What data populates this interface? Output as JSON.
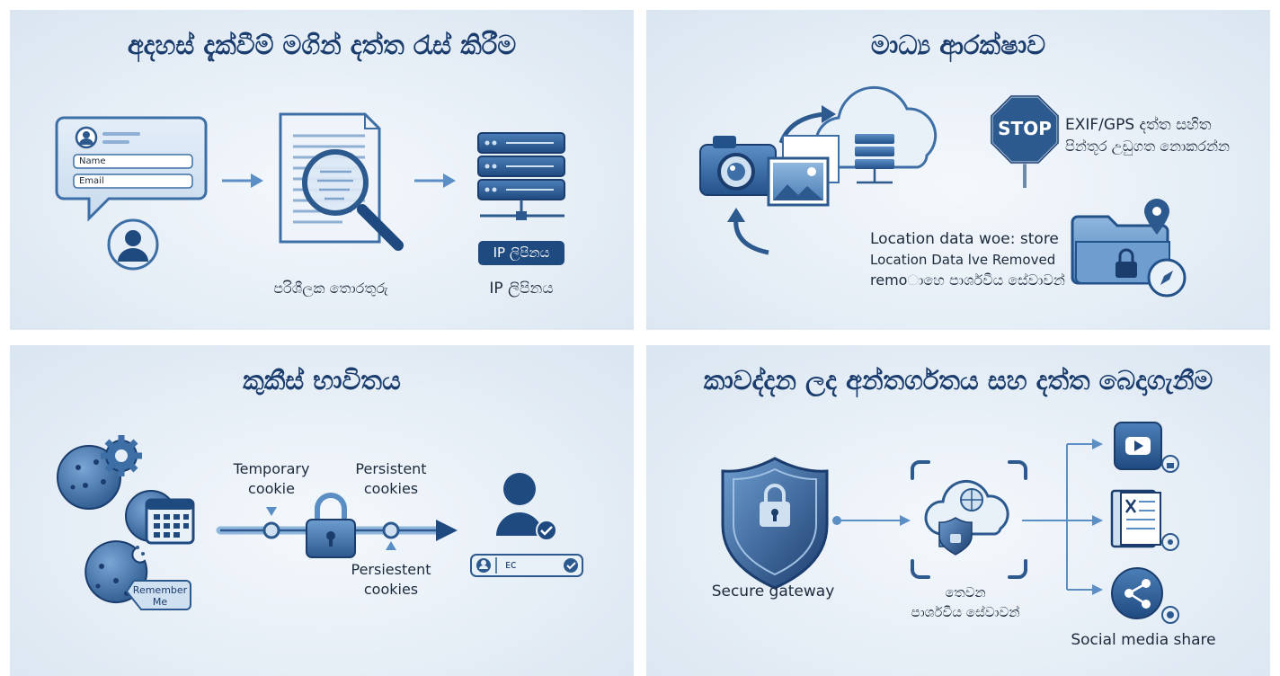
{
  "panels": {
    "tl": {
      "title": "අදහස් දැක්වීම් මගින් දත්ත රැස් කිරීම",
      "form_name": "Name",
      "form_email": "Email",
      "caption_mid": "පරිශීලක තොරතුරු",
      "ip_badge": "IP ලිපිනය",
      "caption_right": "IP ලිපිනය"
    },
    "tr": {
      "title": "මාධ්‍ය ආරක්ෂාව",
      "stop_sign": "STOP",
      "exif_line1": "EXIF/GPS දත්ත සහිත",
      "exif_line2": "පින්තූර උඩුගත නොකරන්න",
      "loc_line1": "Location data woe: store",
      "loc_line2": "Location Data lve Removed",
      "loc_line3": "remoාහෙ පාර්ශවීය සේවාවන්"
    },
    "bl": {
      "title": "කුකීස් භාවිතය",
      "remember_line1": "Remember",
      "remember_line2": "Me",
      "temp_cookie_line1": "Temporary",
      "temp_cookie_line2": "cookie",
      "persist_top_line1": "Persistent",
      "persist_top_line2": "cookies",
      "persist_bottom_line1": "Persiestent",
      "persist_bottom_line2": "cookies",
      "login_field": "ᴇc"
    },
    "br": {
      "title": "කාවද්දන ලද අන්තර්ගතය සහ දත්ත බෙදාගැනීම",
      "secure_gateway": "Secure gateway",
      "third_party_line1": "තෙවන",
      "third_party_line2": "පාර්ශවීය සේවාවන්",
      "social_share": "Social media share"
    }
  },
  "colors": {
    "dark_blue": "#1b3d6e",
    "mid_blue": "#3d6fa6",
    "light_blue": "#cfe0f0",
    "accent_blue": "#5b8ec4"
  }
}
